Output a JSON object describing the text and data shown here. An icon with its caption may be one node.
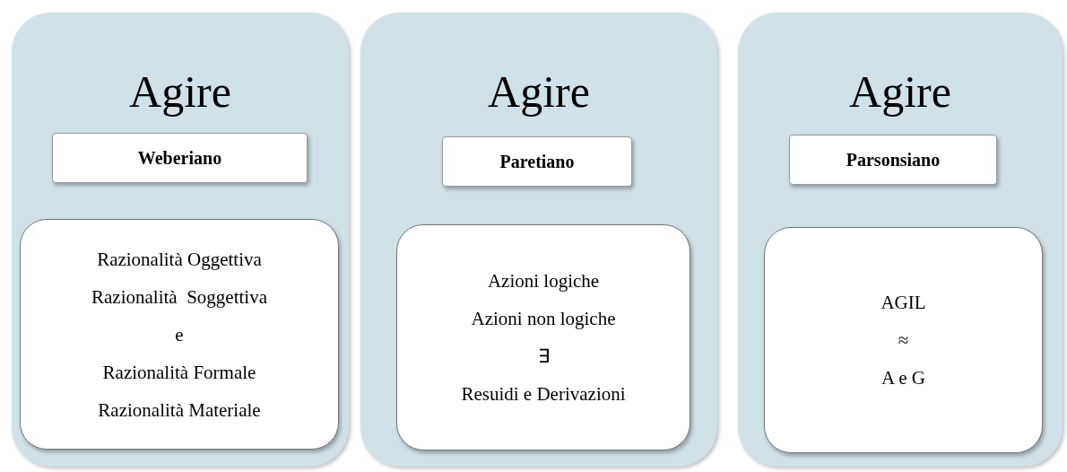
{
  "diagram": {
    "nodes": [
      {
        "text": [
          "Agire"
        ]
      },
      {
        "text": [
          "Weberiano"
        ],
        "in": 0
      },
      {
        "text": [
          "Razionalità Oggettiva",
          "Razionalità  Soggettiva",
          "e",
          "Razionalità Formale",
          "Razionalità Materiale"
        ],
        "in": 0
      },
      {
        "text": [
          "Agire"
        ]
      },
      {
        "text": [
          "Paretiano"
        ],
        "in": 3
      },
      {
        "text": [
          "Azioni logiche",
          "Azioni non logiche",
          "∃",
          "Resuidi e Derivazioni"
        ],
        "in": 3
      },
      {
        "text": [
          "Agire"
        ]
      },
      {
        "text": [
          "Parsonsiano"
        ],
        "in": 6
      },
      {
        "text": [
          "AGIL",
          "≈",
          "A e G"
        ],
        "in": 6
      }
    ]
  }
}
